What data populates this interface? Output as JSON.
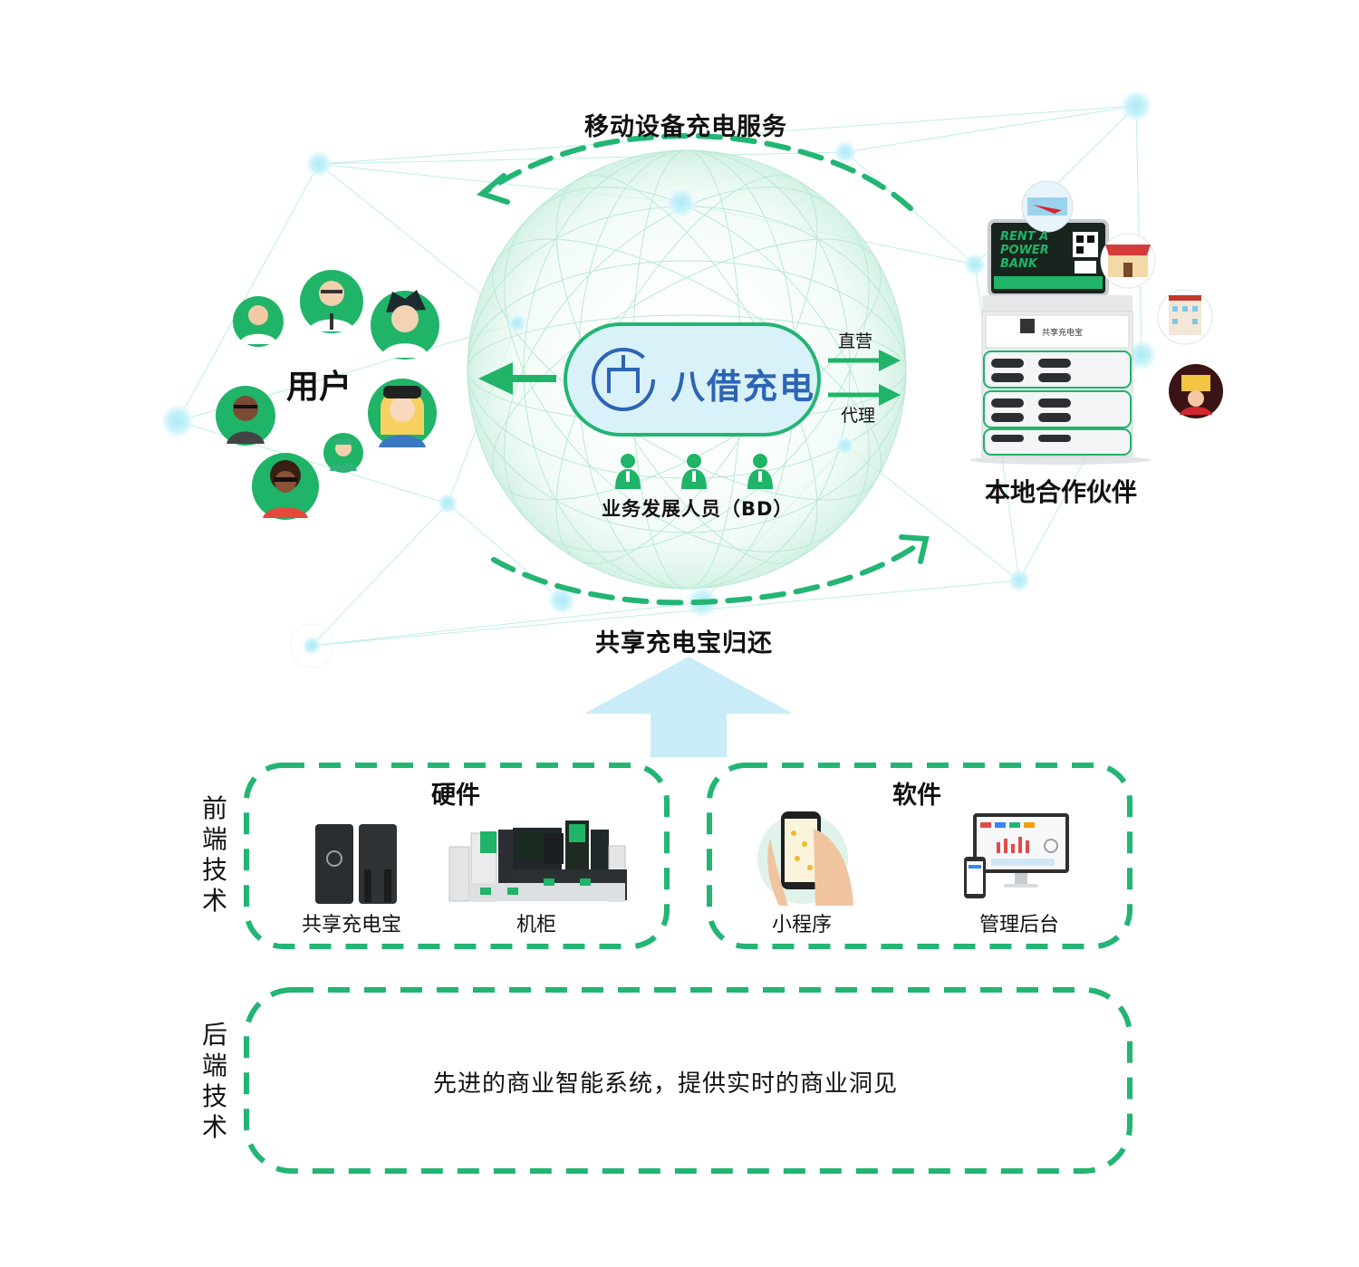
{
  "diagram": {
    "top_arc_label": "移动设备充电服务",
    "bottom_arc_label": "共享充电宝归还",
    "users_label": "用户",
    "partners_label": "本地合作伙伴",
    "brand_name": "八借充电",
    "channel_direct": "直营",
    "channel_agent": "代理",
    "bd_label": "业务发展人员（BD）",
    "kiosk_screen_text": [
      "RENT A",
      "POWER",
      "BANK"
    ],
    "kiosk_panel_label": "共享充电宝"
  },
  "frontend": {
    "section_label": "前端技术",
    "hardware": {
      "title": "硬件",
      "items": [
        "共享充电宝",
        "机柜"
      ]
    },
    "software": {
      "title": "软件",
      "items": [
        "小程序",
        "管理后台"
      ]
    }
  },
  "backend": {
    "section_label": "后端技术",
    "description": "先进的商业智能系统，提供实时的商业洞见"
  },
  "colors": {
    "accent_green": "#1fb467",
    "dashed_green": "#22b573",
    "brand_blue": "#2c64b5",
    "pill_bg": "#d9f1f8",
    "network_cyan": "#bff0f7",
    "arrow_light_blue": "#c9ecf8"
  }
}
